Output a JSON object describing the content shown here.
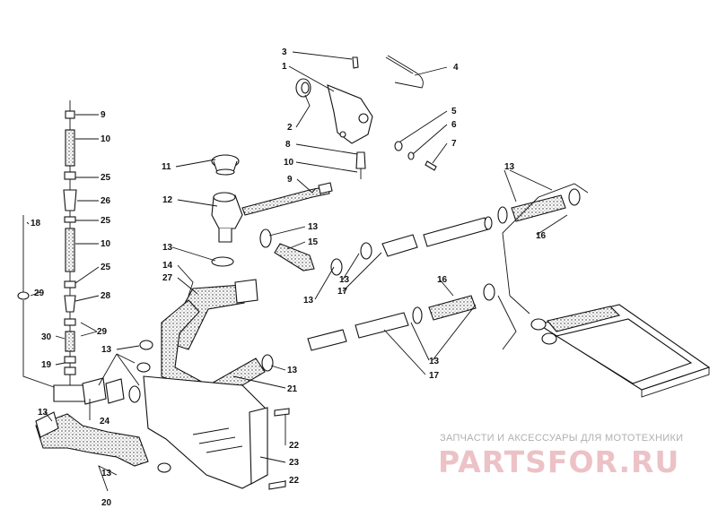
{
  "callouts": [
    "1",
    "2",
    "3",
    "4",
    "5",
    "6",
    "7",
    "8",
    "9",
    "10",
    "11",
    "12",
    "13",
    "14",
    "15",
    "16",
    "17",
    "18",
    "19",
    "20",
    "21",
    "22",
    "23",
    "24",
    "25",
    "26",
    "27",
    "28",
    "29",
    "30"
  ],
  "watermark": {
    "tagline": "ЗАПЧАСТИ И АКСЕССУАРЫ ДЛЯ МОТОТЕХНИКИ",
    "logo": "PARTSFOR.RU"
  }
}
